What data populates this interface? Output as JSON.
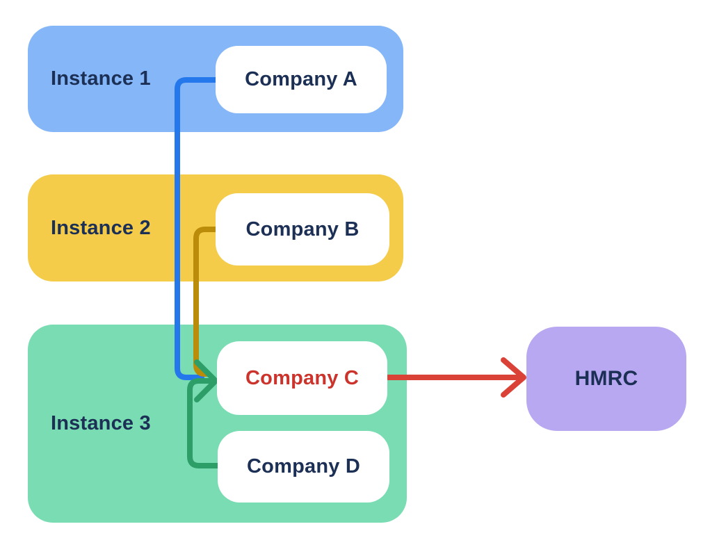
{
  "diagram": {
    "text_color": "#1c2f55",
    "instances": [
      {
        "label": "Instance 1",
        "color": "#84b6f8"
      },
      {
        "label": "Instance 2",
        "color": "#f4cc49"
      },
      {
        "label": "Instance 3",
        "color": "#79dcb2"
      }
    ],
    "companies": [
      {
        "label": "Company A",
        "instance": "Instance 1",
        "text_color": "#1c2f55"
      },
      {
        "label": "Company B",
        "instance": "Instance 2",
        "text_color": "#1c2f55"
      },
      {
        "label": "Company C",
        "instance": "Instance 3",
        "text_color": "#cb342c"
      },
      {
        "label": "Company D",
        "instance": "Instance 3",
        "text_color": "#1c2f55"
      }
    ],
    "external": {
      "label": "HMRC",
      "color": "#b8a7f1",
      "text_color": "#1c2f55"
    },
    "edges": [
      {
        "from": "Company A",
        "to": "Company C",
        "color": "#2478ec",
        "arrow": false
      },
      {
        "from": "Company B",
        "to": "Company C",
        "color": "#ba8c0a",
        "arrow": false
      },
      {
        "from": "Company D",
        "to": "Company C",
        "color": "#2e9e69",
        "arrow": true
      },
      {
        "from": "Company C",
        "to": "HMRC",
        "color": "#db4237",
        "arrow": true
      }
    ]
  }
}
